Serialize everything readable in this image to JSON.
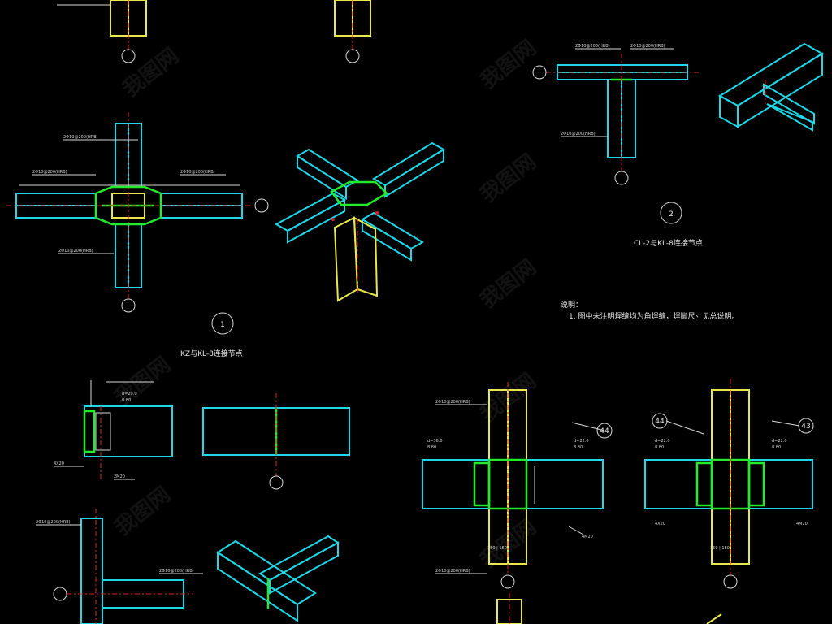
{
  "window": {
    "title": "钢结构连接节点详图"
  },
  "details": [
    {
      "id": "detail-1",
      "number": "1",
      "caption": "KZ与KL-8连接节点"
    },
    {
      "id": "detail-2",
      "number": "2",
      "caption": "CL-2与KL-8连接节点"
    }
  ],
  "notes": {
    "heading": "说明：",
    "items": [
      "1. 图中未注明焊缝均为角焊缝，焊脚尺寸见总说明。"
    ]
  },
  "callouts": {
    "c44a": "44",
    "c44b": "44",
    "c43": "43"
  },
  "watermark": {
    "text": "我图网"
  },
  "colors": {
    "background": "#000000",
    "steel_member": "#1fd7e6",
    "column": "#e8e84a",
    "weld_plate": "#24ea2e",
    "centerline": "#e02020",
    "annotation": "#d8d8d8"
  }
}
